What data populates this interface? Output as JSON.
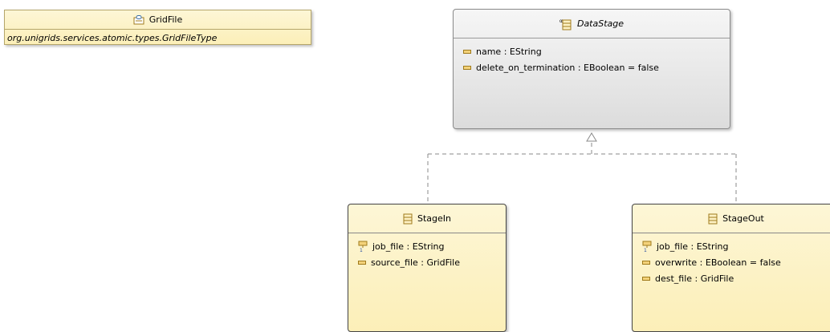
{
  "gridfile": {
    "title": "GridFile",
    "icon": "datatype-icon",
    "instance_type": "org.unigrids.services.atomic.types.GridFileType"
  },
  "datastage": {
    "title": "DataStage",
    "icon": "abstract-class-icon",
    "attributes": [
      "name : EString",
      "delete_on_termination : EBoolean = false"
    ]
  },
  "stagein": {
    "title": "StageIn",
    "icon": "class-icon",
    "attributes": [
      "job_file : EString",
      "source_file : GridFile"
    ]
  },
  "stageout": {
    "title": "StageOut",
    "icon": "class-icon",
    "attributes": [
      "job_file : EString",
      "overwrite : EBoolean = false",
      "dest_file : GridFile"
    ]
  },
  "colors": {
    "class_fill": "#fcefb8",
    "abstract_fill": "#dcdcdc",
    "attr_icon": "#f3d27a"
  }
}
